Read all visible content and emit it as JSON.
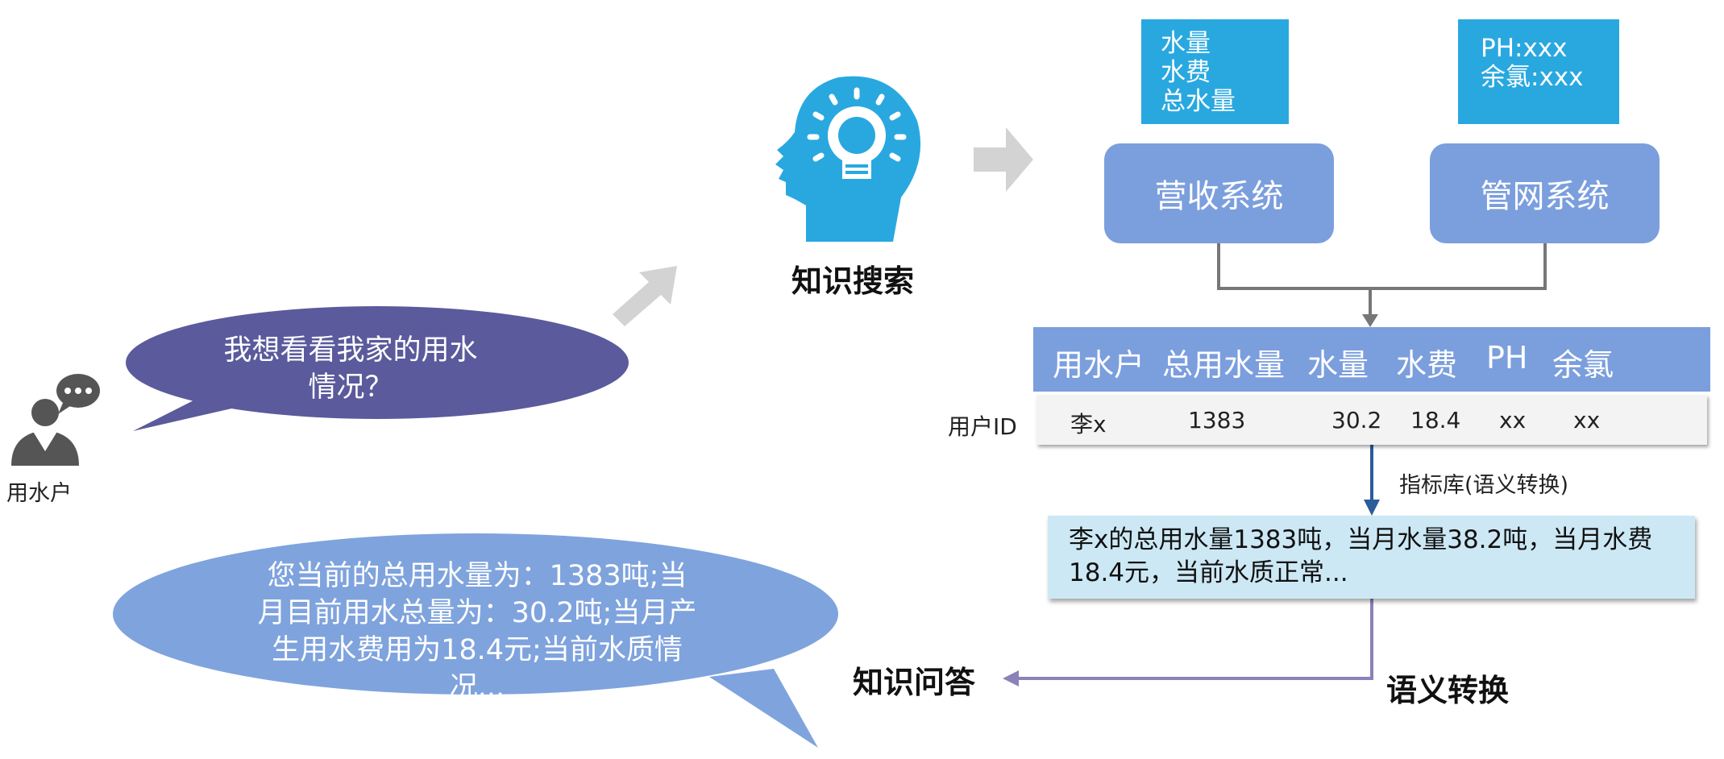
{
  "user": {
    "label": "用水户"
  },
  "question": {
    "lines": [
      "我想看看我家的用水",
      "情况？"
    ]
  },
  "answer": {
    "lines": [
      "您当前的总用水量为：1383吨;当",
      "月目前用水总量为：30.2吨;当月产",
      "生用水费用为18.4元;当前水质情",
      "况..."
    ]
  },
  "stages": {
    "search": "知识搜索",
    "qa": "知识问答",
    "semantic": "语义转换"
  },
  "sources": [
    {
      "fields": [
        "水量",
        "水费",
        "总水量"
      ],
      "system": "营收系统"
    },
    {
      "fields": [
        "PH:xxx",
        "余氯:xxx"
      ],
      "system": "管网系统"
    }
  ],
  "table": {
    "headers": [
      "用水户",
      "总用水量",
      "水量",
      "水费",
      "PH",
      "余氯"
    ],
    "row_label": "用户ID",
    "row": [
      "李x",
      "1383",
      "30.2",
      "18.4",
      "xx",
      "xx"
    ]
  },
  "index_label": "指标库(语义转换)",
  "result": {
    "lines": [
      "李x的总用水量1383吨，当月水量38.2吨，当月水费",
      "18.4元，当前水质正常..."
    ]
  },
  "colors": {
    "question_bubble": "#5a5a9c",
    "answer_bubble": "#7fa3dd",
    "head_icon": "#29a8e0",
    "source_box": "#29a8e0",
    "system_box": "#7b9edd",
    "result_box": "#cde8f5",
    "arrow_gray": "#d3d3d3",
    "arrow_blue": "#2b5d9a"
  }
}
